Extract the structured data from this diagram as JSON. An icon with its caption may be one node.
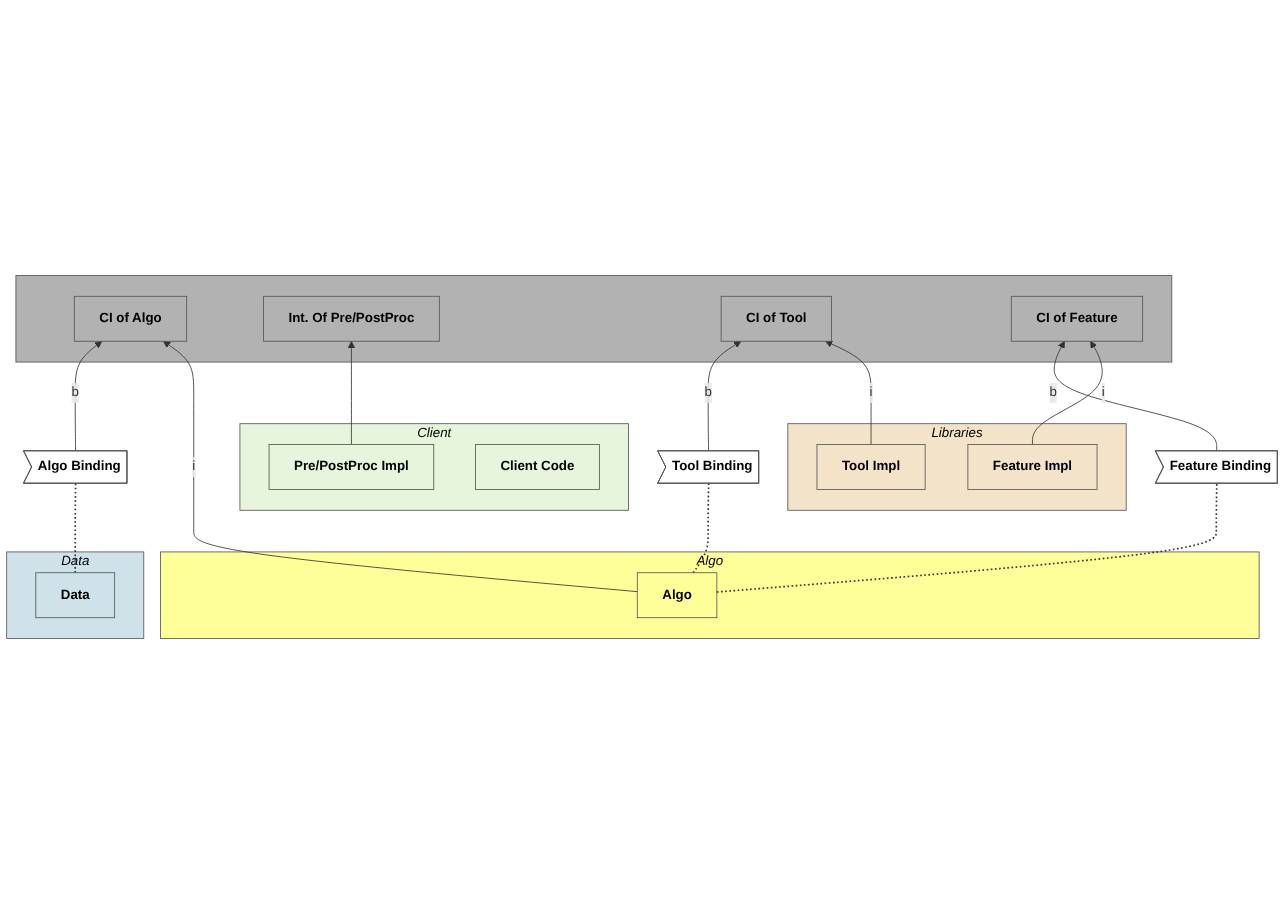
{
  "diagram": {
    "nodes": [
      {
        "text": [],
        "shape": "box"
      },
      {
        "text": [
          "CI of Algo"
        ],
        "in": 0
      },
      {
        "text": [
          "Int. Of Pre/PostProc"
        ],
        "in": 0
      },
      {
        "text": [
          "CI of Tool"
        ],
        "in": 0
      },
      {
        "text": [
          "CI of Feature"
        ],
        "in": 0
      },
      {
        "text": [
          "Data"
        ]
      },
      {
        "text": [
          "Data"
        ],
        "in": 5
      },
      {
        "text": [
          "Algo Binding"
        ]
      },
      {
        "text": [
          "Algo"
        ]
      },
      {
        "text": [
          "Algo"
        ],
        "in": 8
      },
      {
        "text": [
          "Tool Binding"
        ]
      },
      {
        "text": [
          "Feature Binding"
        ]
      },
      {
        "text": [
          "Libraries"
        ]
      },
      {
        "text": [
          "Tool Impl"
        ],
        "in": 12
      },
      {
        "text": [
          "Feature Impl"
        ],
        "in": 12
      },
      {
        "text": [
          "Client"
        ]
      },
      {
        "text": [
          "Pre/PostProc Impl"
        ],
        "in": 15
      },
      {
        "text": [
          "Client Code"
        ],
        "in": 15
      }
    ],
    "edges": [
      {
        "from": 7,
        "to": 1,
        "arrow": "to",
        "label": "b"
      },
      {
        "from": 9,
        "to": 1,
        "arrow": "to",
        "label": "i"
      },
      {
        "from": 16,
        "to": 2,
        "arrow": "to"
      },
      {
        "from": 10,
        "to": 3,
        "arrow": "to",
        "label": "b"
      },
      {
        "from": 13,
        "to": 3,
        "arrow": "to",
        "label": "i"
      },
      {
        "from": 11,
        "to": 4,
        "arrow": "to",
        "label": "b"
      },
      {
        "from": 14,
        "to": 4,
        "arrow": "to",
        "label": "i"
      },
      {
        "from": 6,
        "to": 7,
        "arrow": "none",
        "style": "dashed"
      },
      {
        "from": 9,
        "to": 10,
        "arrow": "none",
        "style": "dashed"
      },
      {
        "from": 9,
        "to": 11,
        "arrow": "none",
        "style": "dashed"
      }
    ]
  }
}
